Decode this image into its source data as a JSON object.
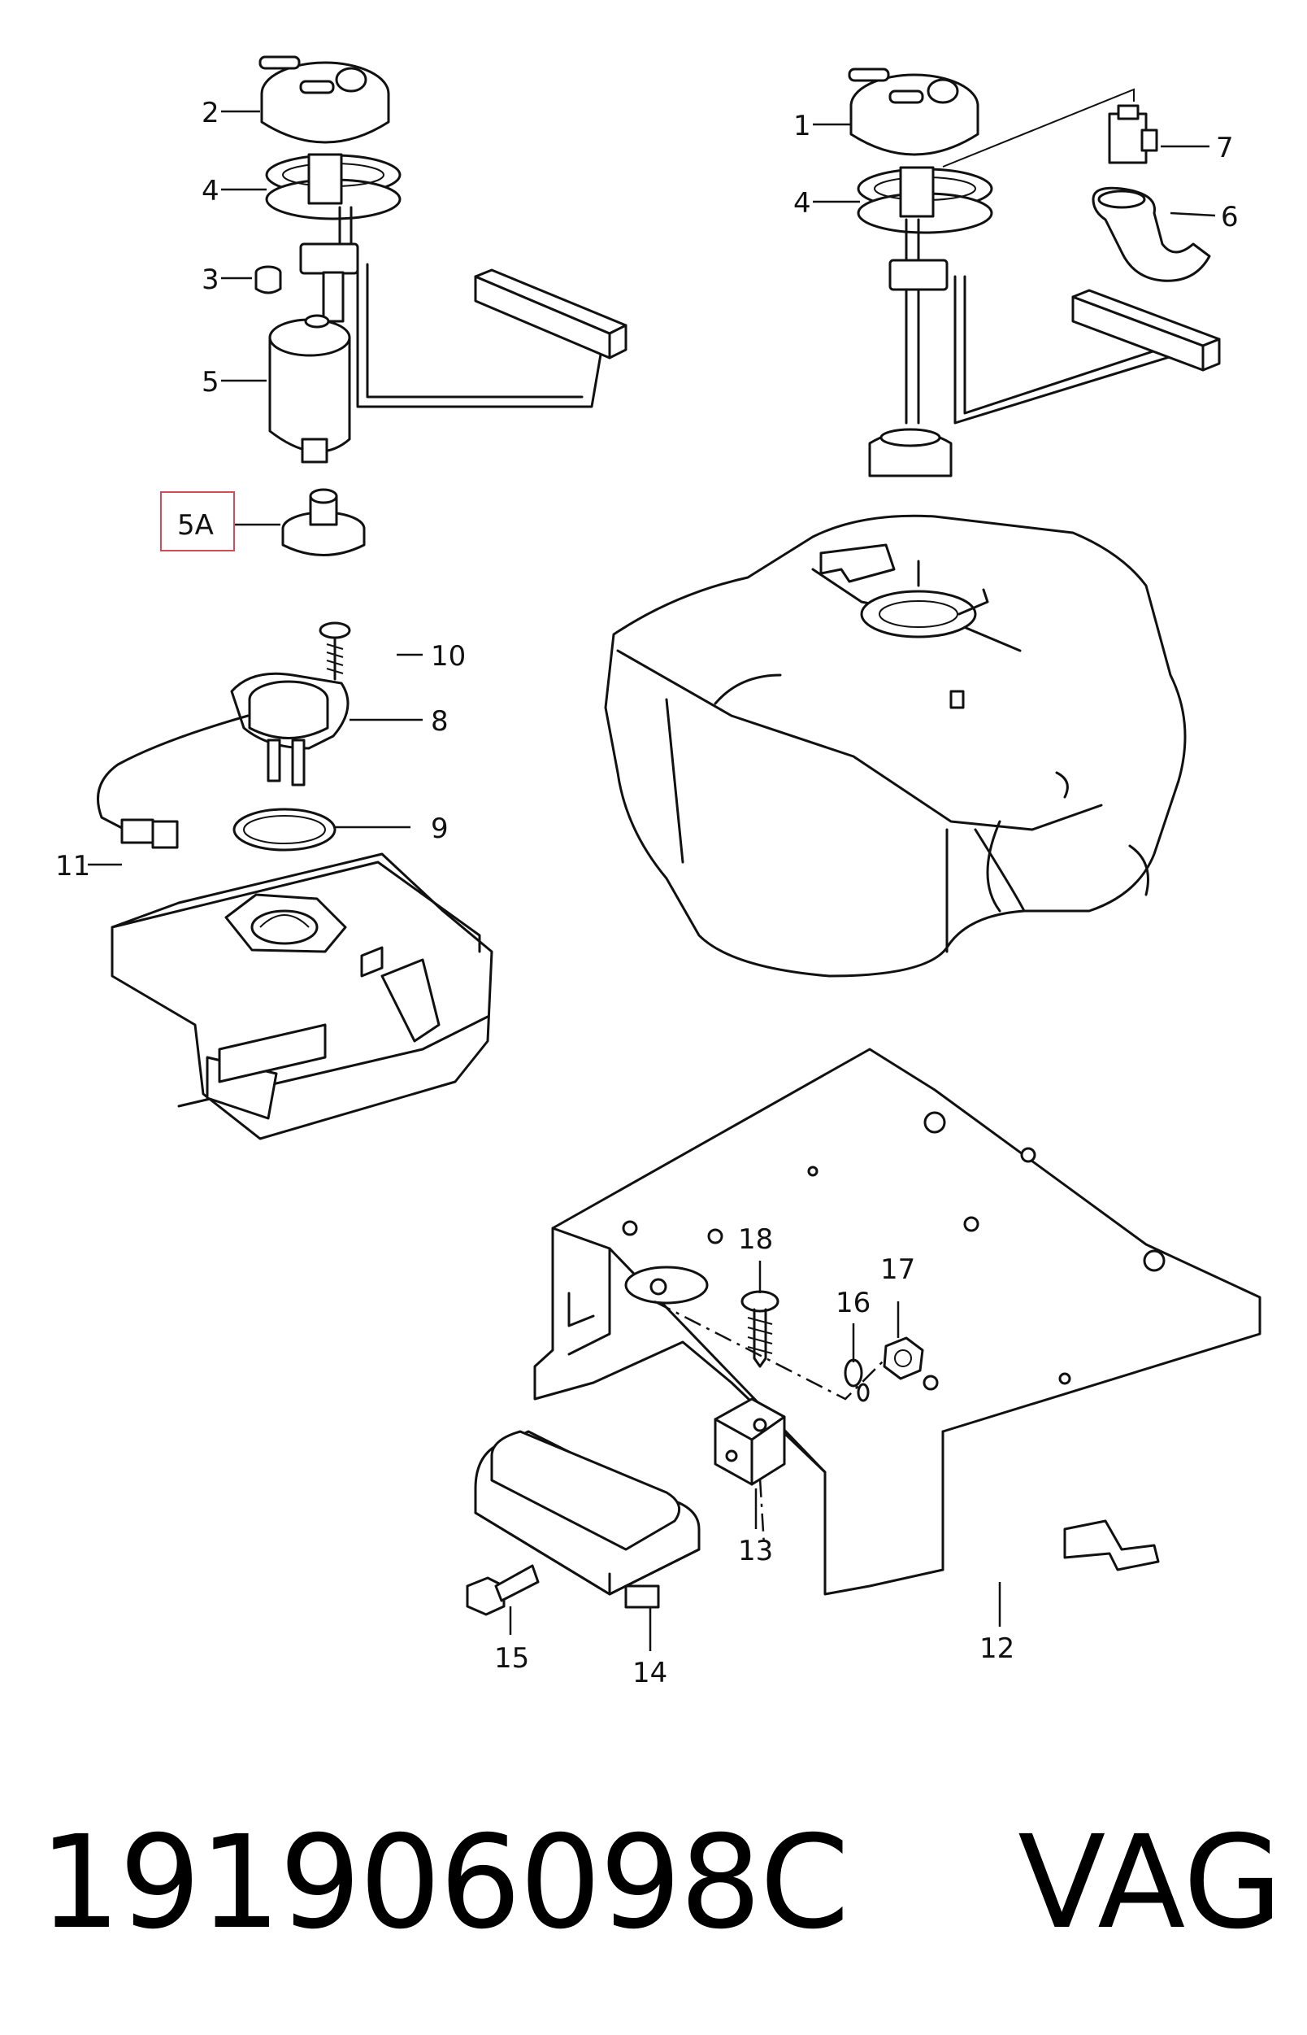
{
  "callouts": {
    "c1": "1",
    "c2": "2",
    "c3": "3",
    "c4a": "4",
    "c4b": "4",
    "c5": "5",
    "c5a": "5A",
    "c6": "6",
    "c7": "7",
    "c8": "8",
    "c9": "9",
    "c10": "10",
    "c11": "11",
    "c12": "12",
    "c13": "13",
    "c14": "14",
    "c15": "15",
    "c16": "16",
    "c17": "17",
    "c18": "18"
  },
  "highlight_color": "#d84a5a",
  "footer": {
    "part_number": "191906098C",
    "brand": "VAG"
  }
}
